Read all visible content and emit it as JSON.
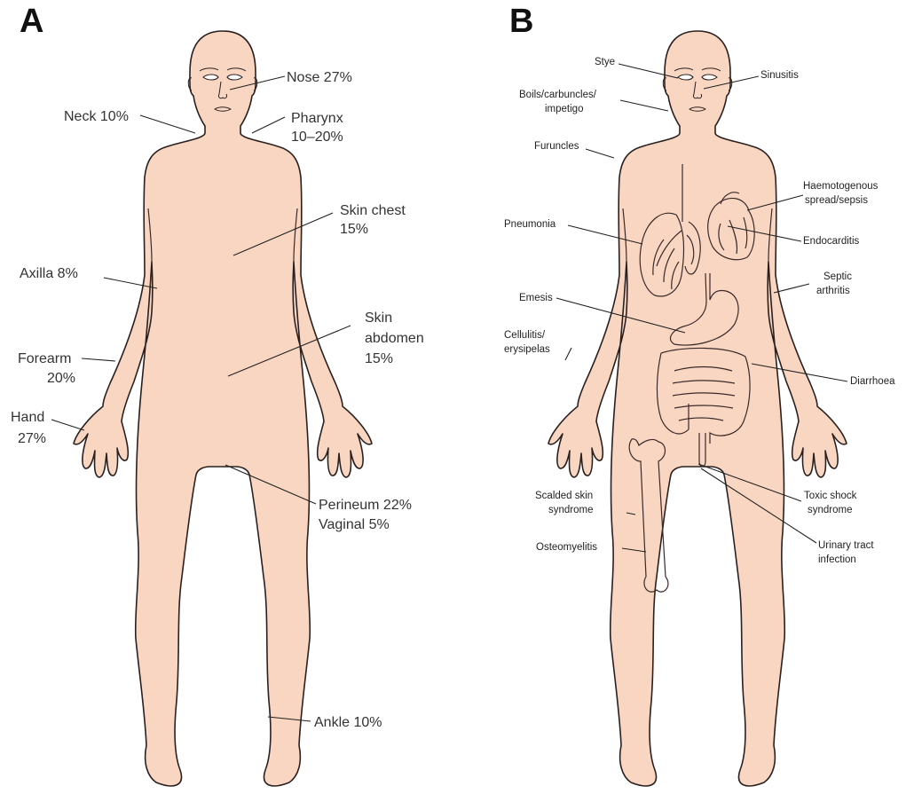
{
  "colors": {
    "skin": "#f9d6c1",
    "outline": "#2a2020",
    "text": "#333333"
  },
  "panels": [
    {
      "letter": "A"
    },
    {
      "letter": "B"
    }
  ],
  "panelA_labels": {
    "nose": [
      "Nose 27%"
    ],
    "neck": [
      "Neck 10%"
    ],
    "pharynx": [
      "Pharynx",
      "10–20%"
    ],
    "skin_chest": [
      "Skin chest",
      "15%"
    ],
    "axilla": [
      "Axilla 8%"
    ],
    "skin_abdomen": [
      "Skin",
      "abdomen",
      "15%"
    ],
    "forearm": [
      "Forearm",
      "20%"
    ],
    "hand": [
      "Hand",
      "27%"
    ],
    "perineum": [
      "Perineum 22%",
      "Vaginal 5%"
    ],
    "ankle": [
      "Ankle 10%"
    ]
  },
  "panelB_labels": {
    "stye": [
      "Stye"
    ],
    "sinusitis": [
      "Sinusitis"
    ],
    "boils": [
      "Boils/carbuncles/",
      "impetigo"
    ],
    "furuncles": [
      "Furuncles"
    ],
    "haemo": [
      "Haemotogenous",
      "spread/sepsis"
    ],
    "pneumonia": [
      "Pneumonia"
    ],
    "endocarditis": [
      "Endocarditis"
    ],
    "septic": [
      "Septic",
      "arthritis"
    ],
    "emesis": [
      "Emesis"
    ],
    "cellulitis": [
      "Cellulitis/",
      "erysipelas"
    ],
    "diarrhoea": [
      "Diarrhoea"
    ],
    "scalded": [
      "Scalded skin",
      "syndrome"
    ],
    "toxic": [
      "Toxic shock",
      "syndrome"
    ],
    "osteo": [
      "Osteomyelitis"
    ],
    "uti": [
      "Urinary tract",
      "infection"
    ]
  }
}
